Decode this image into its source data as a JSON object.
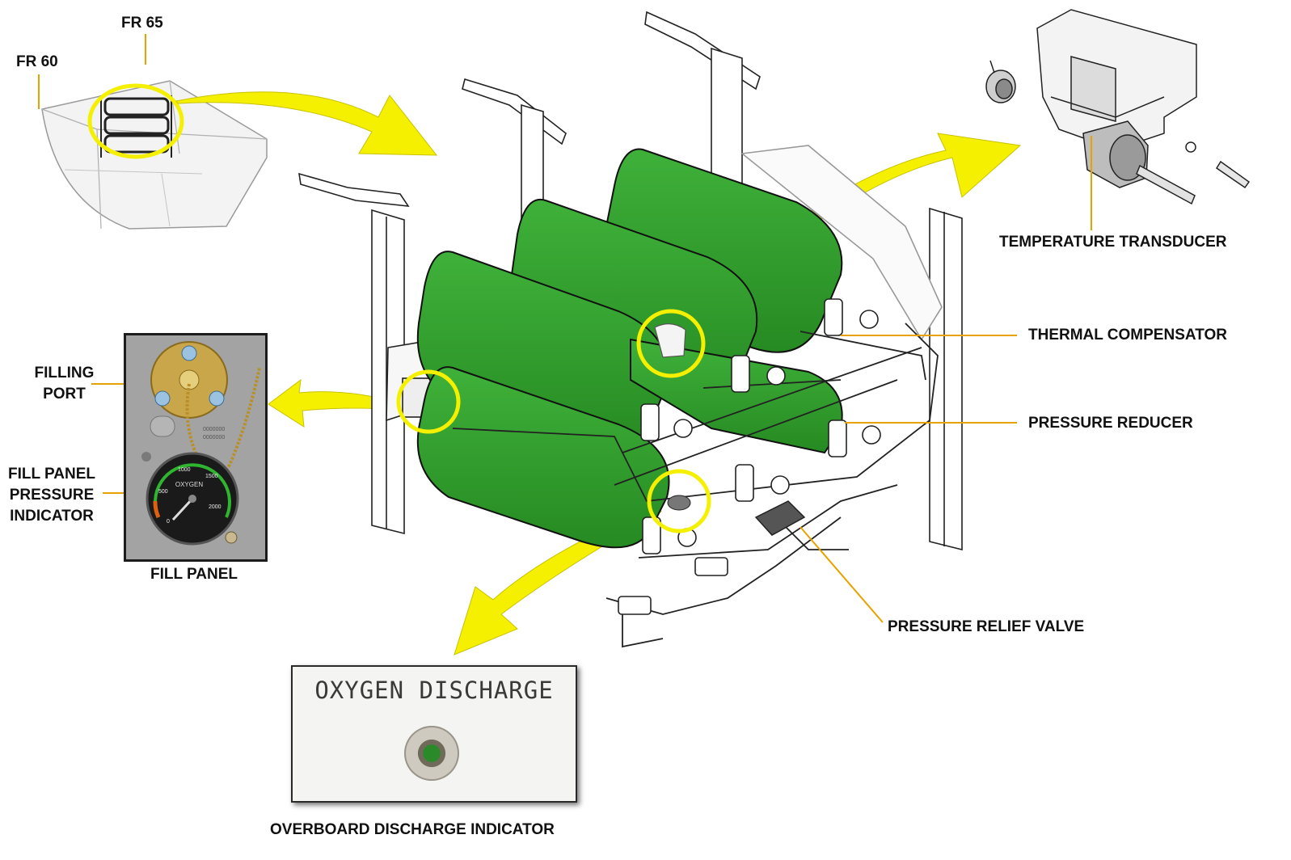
{
  "labels": {
    "fr60": "FR 60",
    "fr65": "FR 65",
    "temperature_transducer": "TEMPERATURE TRANSDUCER",
    "thermal_compensator": "THERMAL COMPENSATOR",
    "pressure_reducer": "PRESSURE REDUCER",
    "pressure_relief_valve": "PRESSURE RELIEF VALVE",
    "filling_port": [
      "FILLING",
      "PORT"
    ],
    "fill_panel_pressure_indicator": [
      "FILL PANEL",
      "PRESSURE",
      "INDICATOR"
    ],
    "fill_panel": "FILL PANEL",
    "overboard_discharge_indicator": "OVERBOARD DISCHARGE INDICATOR"
  },
  "placard": {
    "text": "OXYGEN DISCHARGE"
  },
  "gauge": {
    "label": "OXYGEN",
    "ticks": [
      "0",
      "500",
      "1000",
      "1500",
      "2000"
    ]
  },
  "colors": {
    "cylinder": "#2e9a2a",
    "callout_arrow": "#f5f000",
    "leader_line": "#e8a200"
  }
}
